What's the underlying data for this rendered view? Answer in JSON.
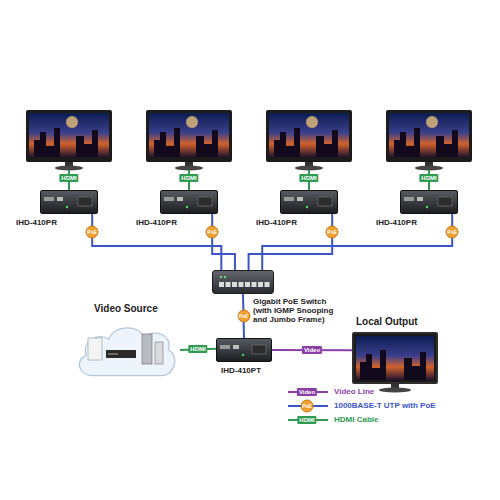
{
  "diagram": {
    "nodes": [
      {
        "text": [
          "IHD-410PR"
        ]
      },
      {
        "text": [
          "IHD-410PR"
        ]
      },
      {
        "text": [
          "IHD-410PR"
        ]
      },
      {
        "text": [
          "IHD-410PR"
        ]
      },
      {
        "text": [
          "Gigabit PoE Switch (with IGMP Snooping and Jumbo Frame)"
        ]
      },
      {
        "text": [
          "Video Source"
        ]
      },
      {
        "text": [
          "IHD-410PT"
        ]
      },
      {
        "text": [
          "Local Output"
        ]
      }
    ],
    "edges": [
      {
        "from": 0,
        "to": 4,
        "arrow": "none",
        "label": "PoE"
      },
      {
        "from": 1,
        "to": 4,
        "arrow": "none",
        "label": "PoE"
      },
      {
        "from": 2,
        "to": 4,
        "arrow": "none",
        "label": "PoE"
      },
      {
        "from": 3,
        "to": 4,
        "arrow": "none",
        "label": "PoE"
      },
      {
        "from": 6,
        "to": 4,
        "arrow": "none",
        "label": "PoE"
      },
      {
        "from": 5,
        "to": 6,
        "arrow": "none",
        "label": "HDMI"
      },
      {
        "from": 6,
        "to": 7,
        "arrow": "none",
        "label": "Video"
      }
    ],
    "labels": [
      "HDMI",
      "HDMI",
      "HDMI",
      "HDMI",
      "Video",
      "PoE",
      "HDMI"
    ],
    "legend": [
      {
        "text": "Video Line"
      },
      {
        "text": "1000BASE-T UTP with PoE"
      },
      {
        "text": "HDMI Cable"
      }
    ]
  }
}
